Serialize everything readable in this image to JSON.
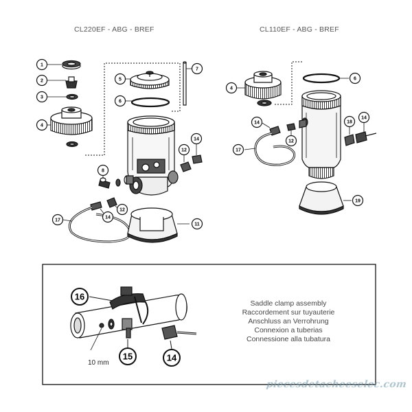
{
  "titles": {
    "left": "CL220EF - ABG - BREF",
    "right": "CL110EF - ABG - BREF"
  },
  "labels": {
    "l1": "1",
    "l2": "2",
    "l3": "3",
    "l4": "4",
    "l5": "5",
    "l6": "6",
    "l7": "7",
    "l8": "8",
    "l11": "11",
    "l12a": "12",
    "l12b": "12",
    "l14a": "14",
    "l14b": "14",
    "l17": "17",
    "r4": "4",
    "r6": "6",
    "r12": "12",
    "r14a": "14",
    "r14b": "14",
    "r17": "17",
    "r18": "18",
    "r19": "19"
  },
  "inset": {
    "lines": [
      "Saddle clamp assembly",
      "Raccordement sur tuyauterie",
      "Anschluss an Verrohrung",
      "Connexion a tuberias",
      "Connessione alla tubatura"
    ],
    "size_note": "10 mm",
    "labels": {
      "a": "16",
      "b": "15",
      "c": "14"
    }
  },
  "watermark": "piecesdetacheeselec.com"
}
